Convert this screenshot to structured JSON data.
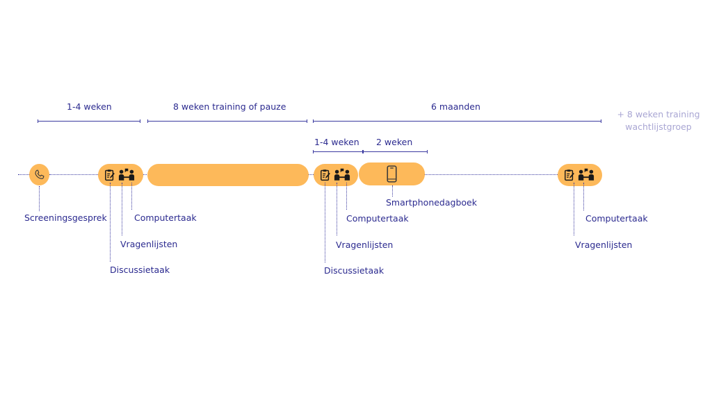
{
  "periods": {
    "intake": "1-4 weken",
    "training": "8 weken training of pauze",
    "followup": "6 maanden",
    "waitlist_line1": "+ 8 weken training",
    "waitlist_line2": "wachtlijstgroep",
    "post_short": "1-4 weken",
    "diary": "2 weken"
  },
  "labels": {
    "screening": "Screeningsgesprek",
    "discussion_1": "Discussietaak",
    "questionnaires_1": "Vragenlijsten",
    "computer_1": "Computertaak",
    "smartphone_diary": "Smartphonedagboek",
    "discussion_2": "Discussietaak",
    "questionnaires_2": "Vragenlijsten",
    "computer_2": "Computertaak",
    "questionnaires_3": "Vragenlijsten",
    "computer_3": "Computertaak"
  },
  "colors": {
    "pill": "#fdb95a",
    "text": "#2b2a8f",
    "muted": "#a9a6d3",
    "line": "#3b3aa0"
  },
  "icons": [
    "phone-icon",
    "clipboard-icon",
    "discussion-icon",
    "smartphone-icon"
  ]
}
